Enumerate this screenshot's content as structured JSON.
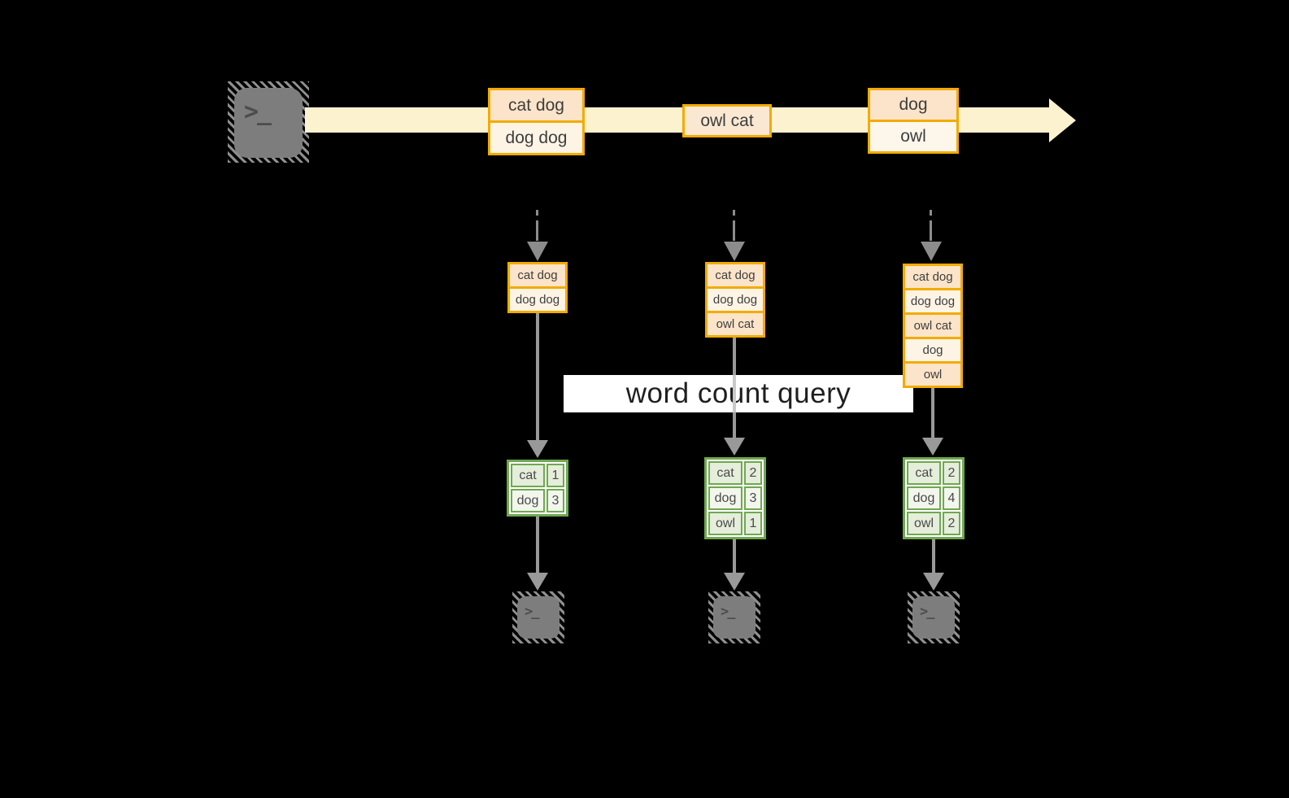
{
  "banner": {
    "label": "word count query"
  },
  "terminal": {
    "glyph": ">_"
  },
  "stream": {
    "messages": [
      {
        "rows": [
          "cat dog",
          "dog dog"
        ]
      },
      {
        "rows": [
          "owl cat"
        ]
      },
      {
        "rows": [
          "dog",
          "owl"
        ]
      }
    ]
  },
  "columns": [
    {
      "buffer": [
        "cat dog",
        "dog dog"
      ],
      "counts": [
        {
          "word": "cat",
          "count": "1"
        },
        {
          "word": "dog",
          "count": "3"
        }
      ]
    },
    {
      "buffer": [
        "cat dog",
        "dog dog",
        "owl cat"
      ],
      "counts": [
        {
          "word": "cat",
          "count": "2"
        },
        {
          "word": "dog",
          "count": "3"
        },
        {
          "word": "owl",
          "count": "1"
        }
      ]
    },
    {
      "buffer": [
        "cat dog",
        "dog dog",
        "owl cat",
        "dog",
        "owl"
      ],
      "counts": [
        {
          "word": "cat",
          "count": "2"
        },
        {
          "word": "dog",
          "count": "4"
        },
        {
          "word": "owl",
          "count": "2"
        }
      ]
    }
  ],
  "colors": {
    "orange_border": "#F2AB00",
    "peach_fill": "#FBE4C9",
    "cream_fill": "#FDF4E5",
    "stream_fill": "#FDF2CF",
    "green_border": "#6FA850",
    "green_cell_a": "#E5EDDB",
    "green_cell_b": "#F2F6EC",
    "arrow_gray": "#999999",
    "terminal_gray": "#7D7D7D",
    "background": "#000000"
  }
}
